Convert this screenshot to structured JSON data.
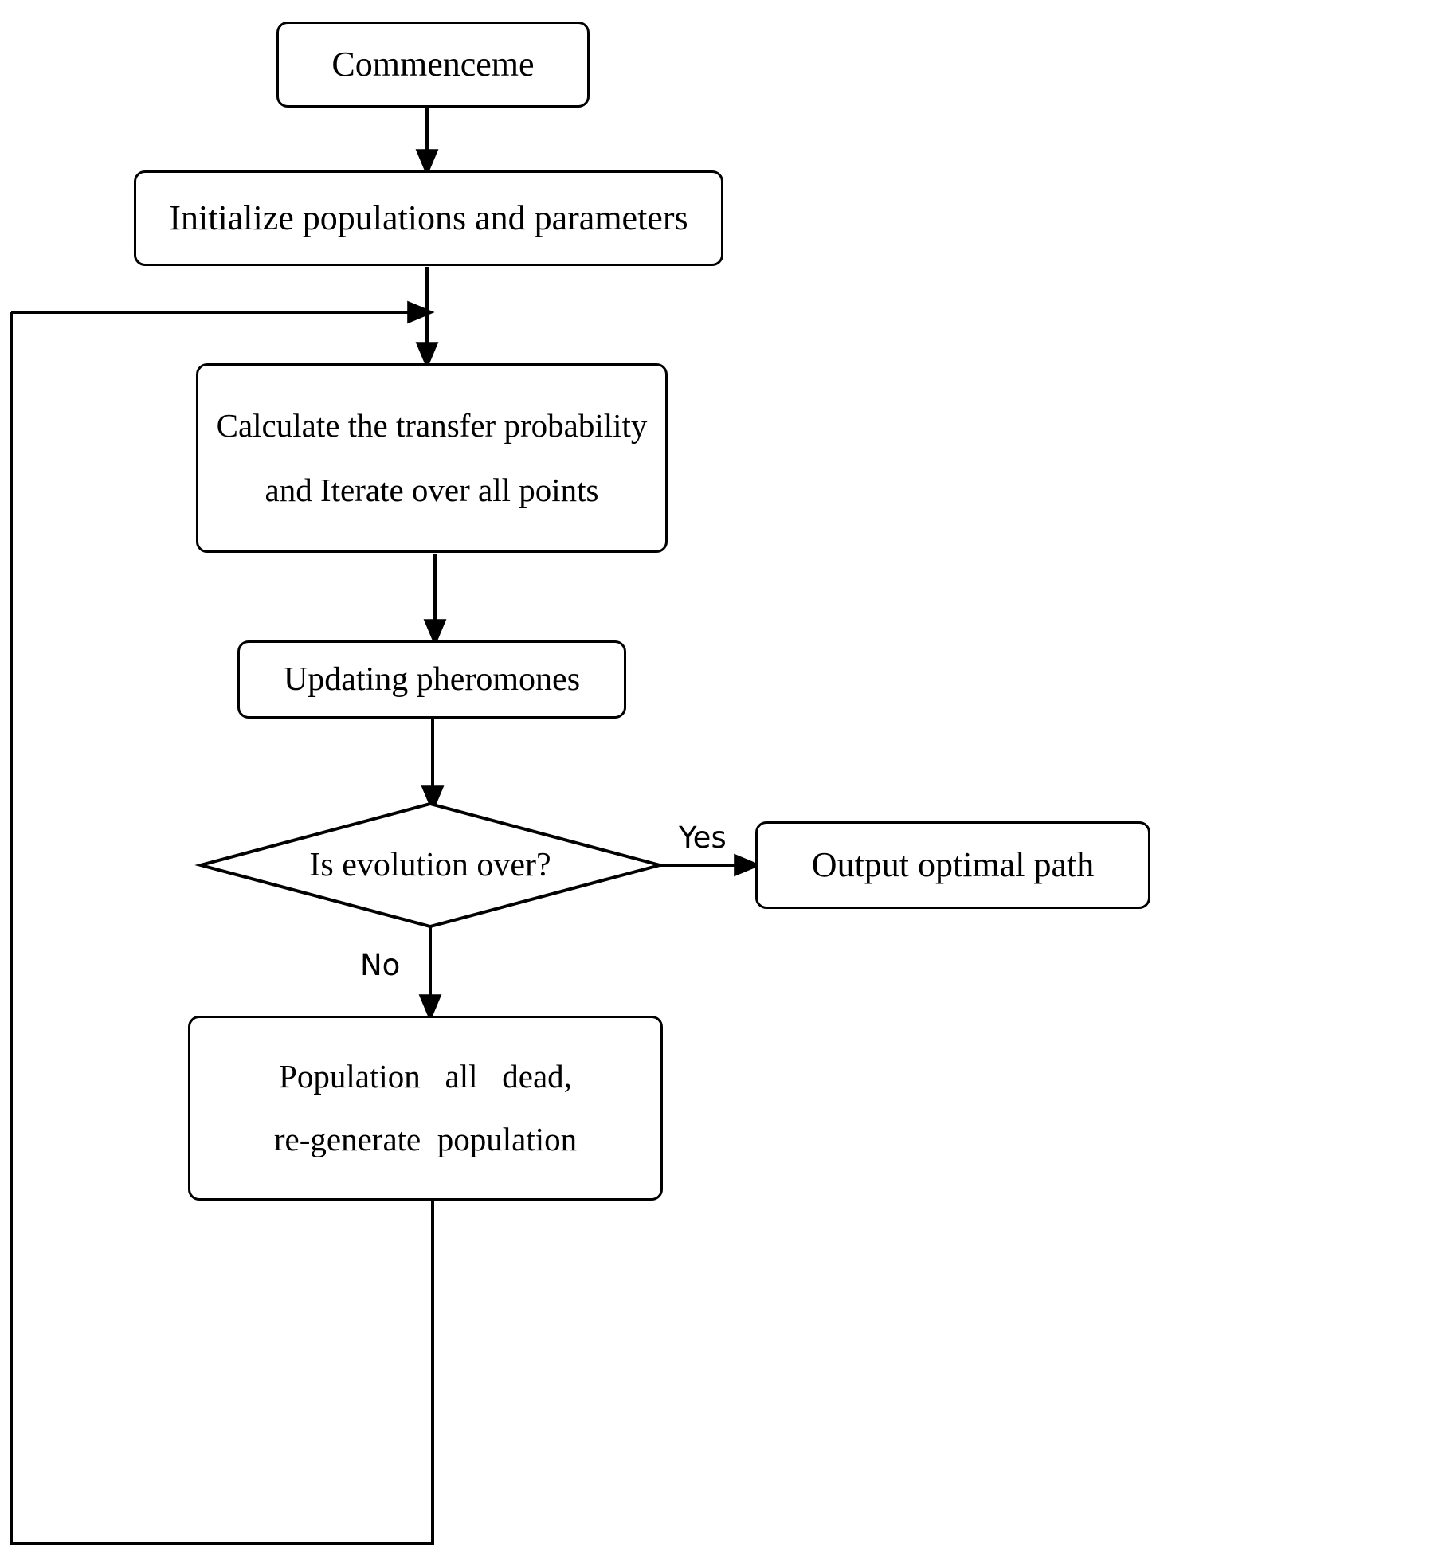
{
  "diagram": {
    "title": "Ant colony optimization algorithm flowchart",
    "type": "flowchart",
    "orientation": "top-to-bottom",
    "stroke_color": "#000000",
    "fill_color": "#ffffff",
    "nodes": [
      {
        "id": "start",
        "shape": "rounded-rect",
        "line1": "Commenceme",
        "line2": ""
      },
      {
        "id": "init",
        "shape": "rounded-rect",
        "line1": "Initialize populations and parameters",
        "line2": ""
      },
      {
        "id": "calc",
        "shape": "rounded-rect",
        "line1": "Calculate the transfer probability",
        "line2": "and Iterate over all points"
      },
      {
        "id": "update",
        "shape": "rounded-rect",
        "line1": "Updating pheromones",
        "line2": ""
      },
      {
        "id": "decide",
        "shape": "diamond",
        "line1": "Is evolution over?",
        "line2": ""
      },
      {
        "id": "output",
        "shape": "rounded-rect",
        "line1": "Output optimal path",
        "line2": ""
      },
      {
        "id": "repop",
        "shape": "rounded-rect",
        "line1": "Population   all   dead,",
        "line2": "re-generate  population"
      }
    ],
    "edges": [
      {
        "from": "start",
        "to": "init",
        "label": ""
      },
      {
        "from": "init",
        "to": "calc",
        "label": ""
      },
      {
        "from": "calc",
        "to": "update",
        "label": ""
      },
      {
        "from": "update",
        "to": "decide",
        "label": ""
      },
      {
        "from": "decide",
        "to": "output",
        "label": "Yes"
      },
      {
        "from": "decide",
        "to": "repop",
        "label": "No"
      },
      {
        "from": "repop",
        "to": "calc",
        "label": ""
      }
    ],
    "labels": {
      "yes": "Yes",
      "no": "No"
    }
  }
}
